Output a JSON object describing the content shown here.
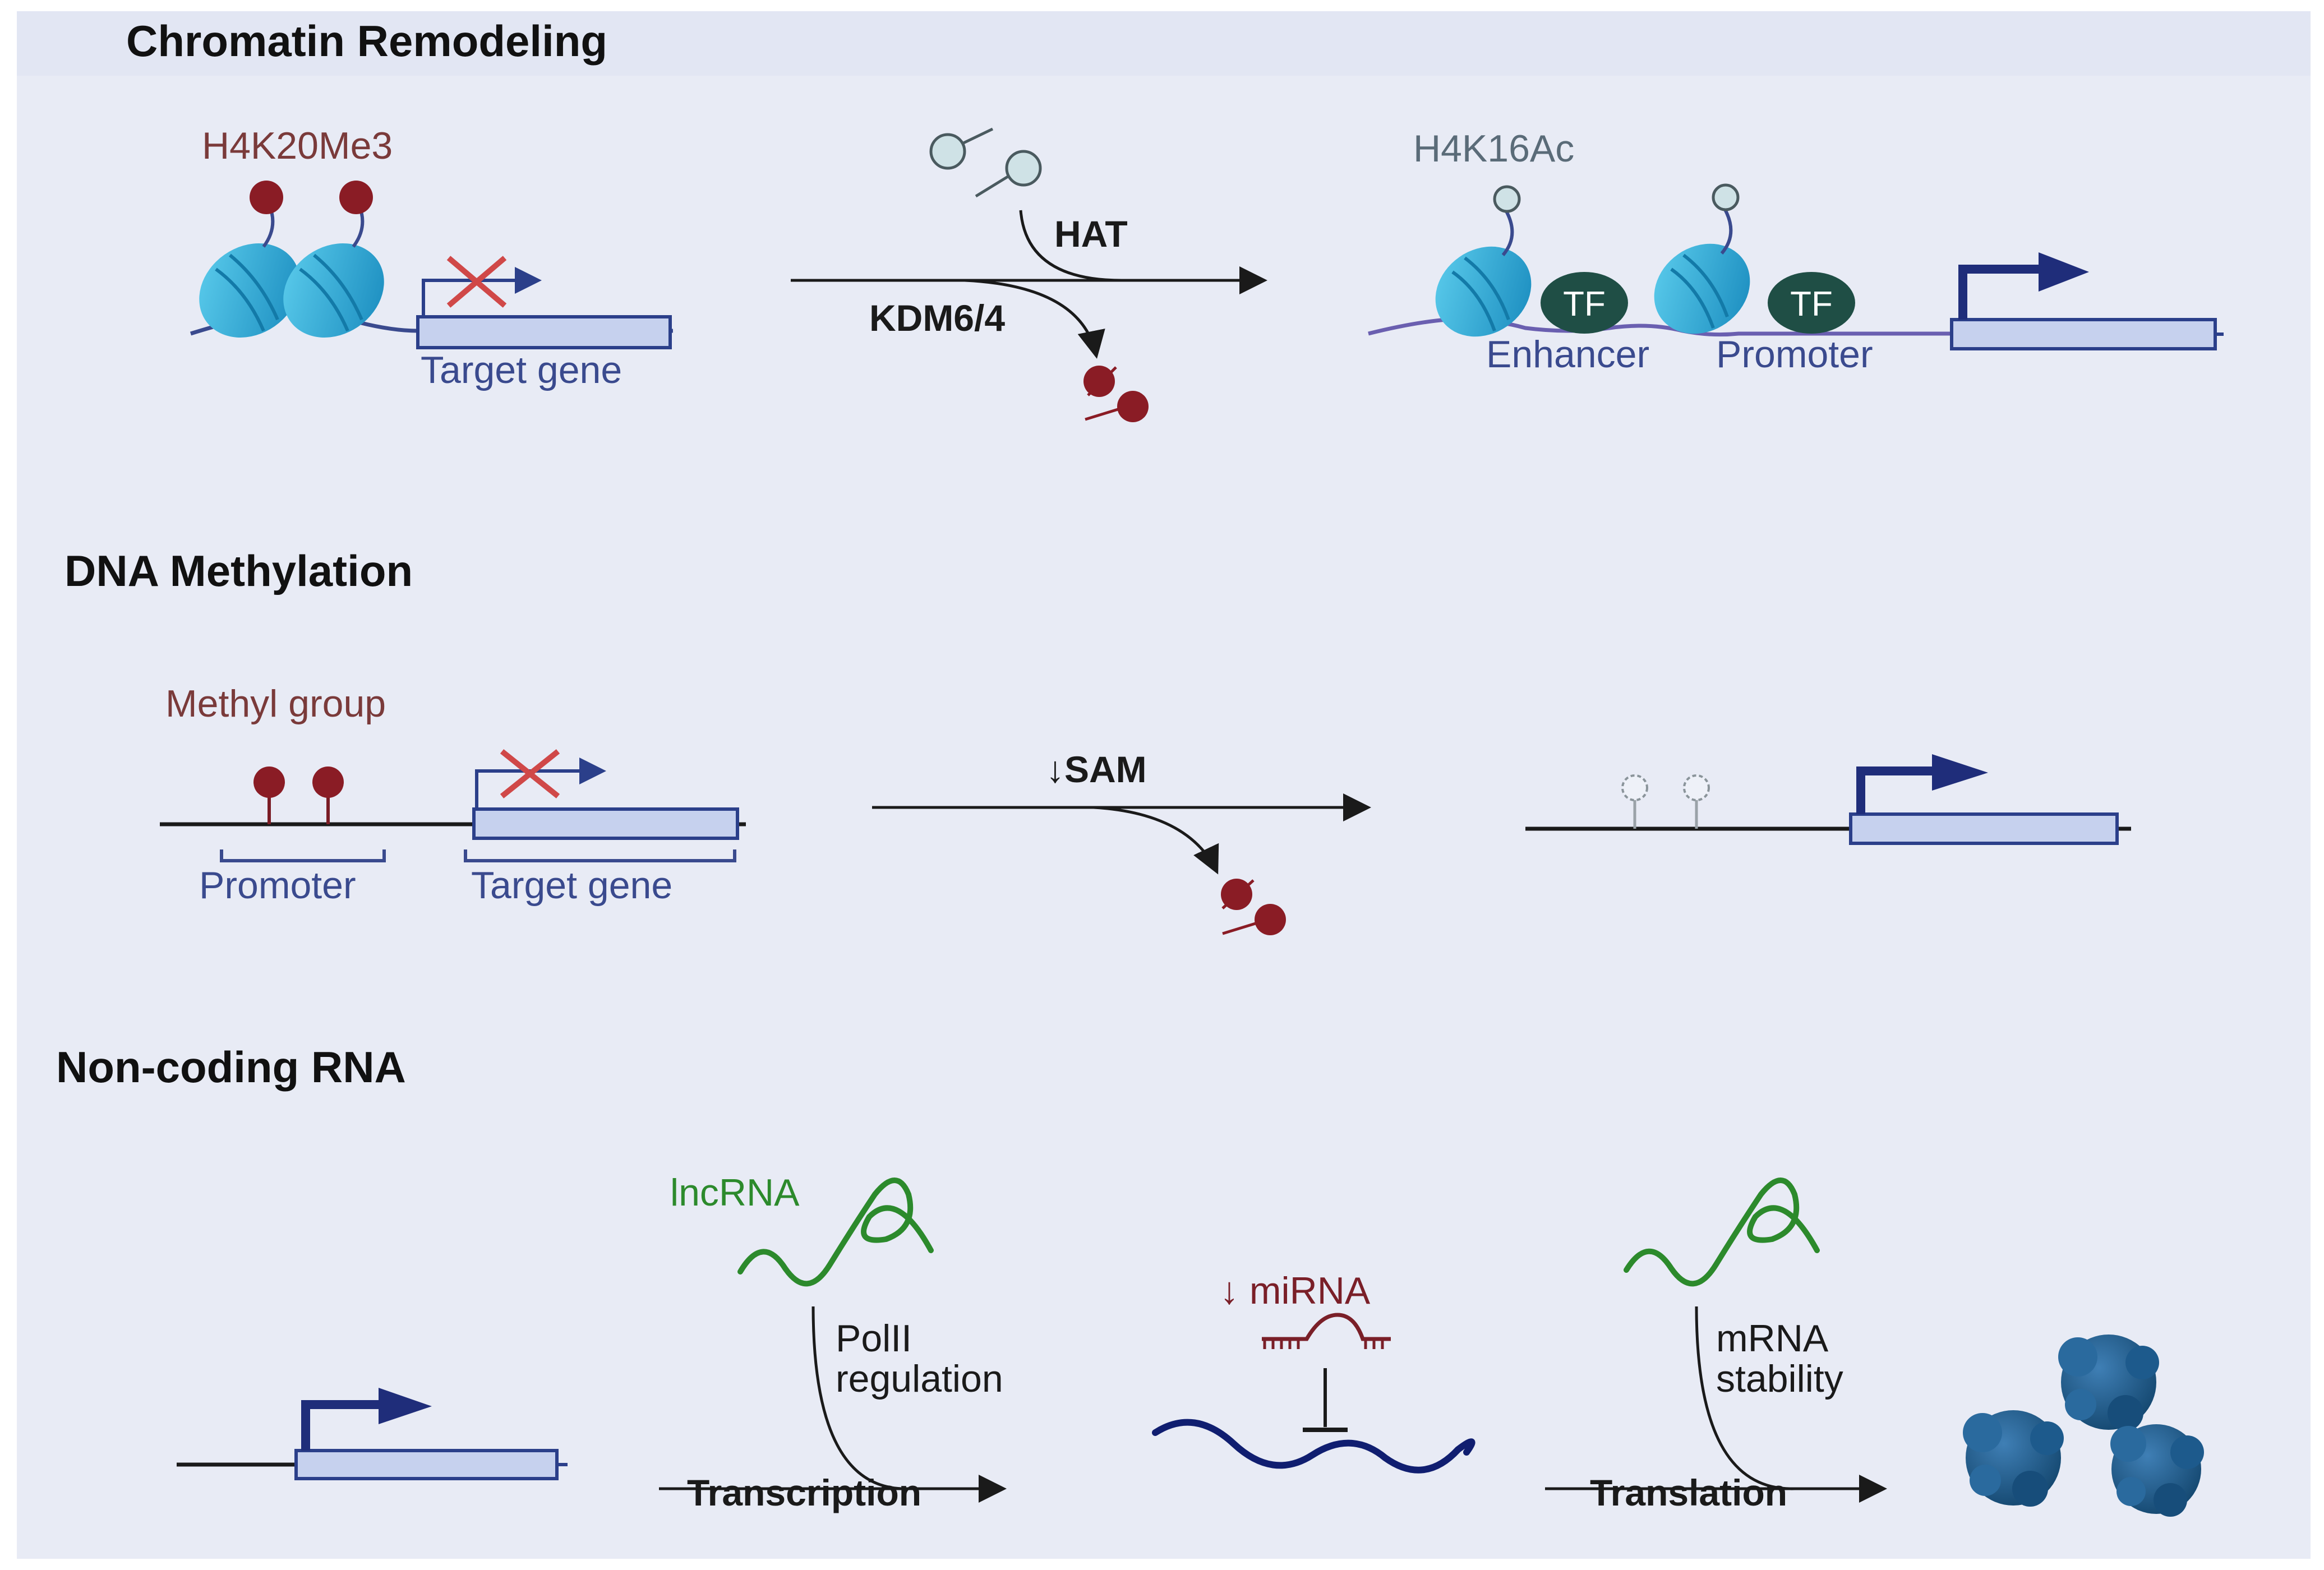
{
  "colors": {
    "background": "#e8ebf5",
    "header_band": "#e2e6f3",
    "methyl_dark_red": "#8a1c25",
    "histone_label": "#7a3a3a",
    "acetyl_label": "#5a6b78",
    "gene_box_fill": "#c6d1ee",
    "gene_box_stroke": "#2b3f8a",
    "label_blue": "#3a4a8e",
    "tf_green": "#1f4e45",
    "nucleosome_cyan": "#29a6d2",
    "lncrna_green": "#2c8a2c",
    "mirna_red": "#7a1f28",
    "mrna_navy": "#101e70",
    "protein_blue": "#1d5a8c"
  },
  "sections": {
    "chromatin": {
      "title": "Chromatin Remodeling",
      "mark_before": "H4K20Me3",
      "mark_after": "H4K16Ac",
      "gene_label": "Target gene",
      "enzyme_in": "HAT",
      "enzyme_out": "KDM6/4",
      "tf_label": "TF",
      "enhancer_label": "Enhancer",
      "promoter_label": "Promoter"
    },
    "methylation": {
      "title": "DNA Methylation",
      "methyl_label": "Methyl group",
      "promoter_label": "Promoter",
      "gene_label": "Target gene",
      "cofactor": "↓SAM"
    },
    "ncrna": {
      "title": "Non-coding RNA",
      "lncrna_label": "lncRNA",
      "pol_line1": "PolII",
      "pol_line2": "regulation",
      "transcription": "Transcription",
      "mirna_label": "↓ miRNA",
      "mrna_line1": "mRNA",
      "mrna_line2": "stability",
      "translation": "Translation"
    }
  }
}
